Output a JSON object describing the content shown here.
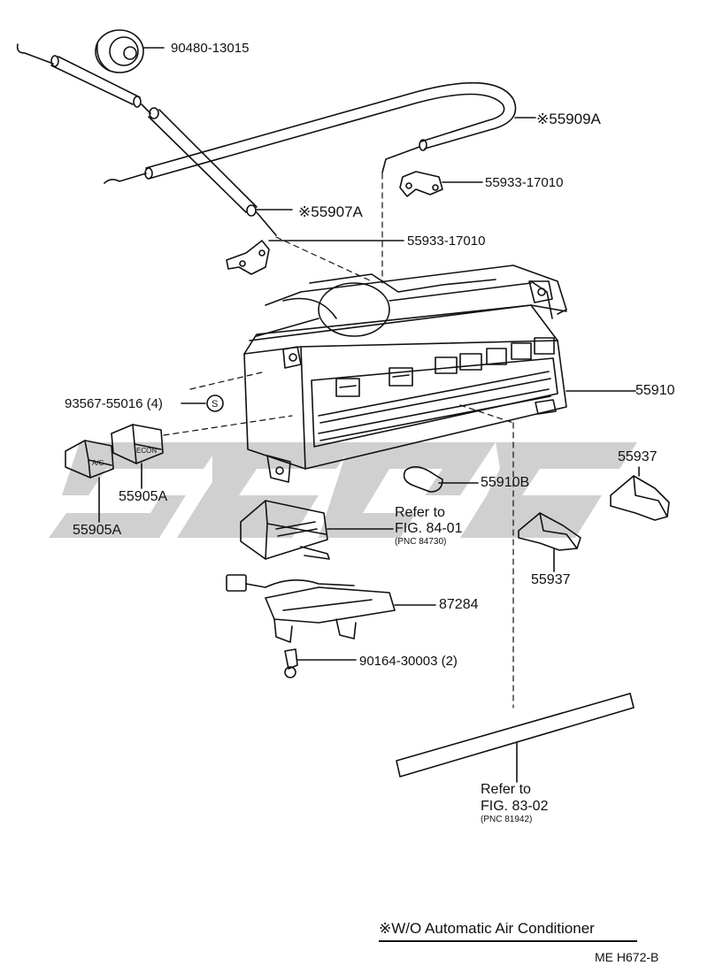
{
  "parts": {
    "p_90480": "90480-13015",
    "p_55909A": "※55909A",
    "p_55933_a": "55933-17010",
    "p_55907A": "※55907A",
    "p_55933_b": "55933-17010",
    "p_93567": "93567-55016 (4)",
    "p_55910": "55910",
    "p_55905A_a": "55905A",
    "p_55905A_b": "55905A",
    "p_55910B": "55910B",
    "p_55937_a": "55937",
    "p_55937_b": "55937",
    "p_87284": "87284",
    "p_90164": "90164-30003 (2)"
  },
  "refs": {
    "fig84_refer": "Refer to",
    "fig84_fig": "FIG. 84-01",
    "fig84_pnc": "(PNC 84730)",
    "fig83_refer": "Refer to",
    "fig83_fig": "FIG. 83-02",
    "fig83_pnc": "(PNC 81942)"
  },
  "button_labels": {
    "ac": "A/C",
    "econ": "ECON"
  },
  "screw_symbol": "S",
  "footnote": "※W/O Automatic Air Conditioner",
  "diagram_code": "ME  H672-B",
  "colors": {
    "line": "#111111",
    "watermark": "#c8c8c8"
  }
}
